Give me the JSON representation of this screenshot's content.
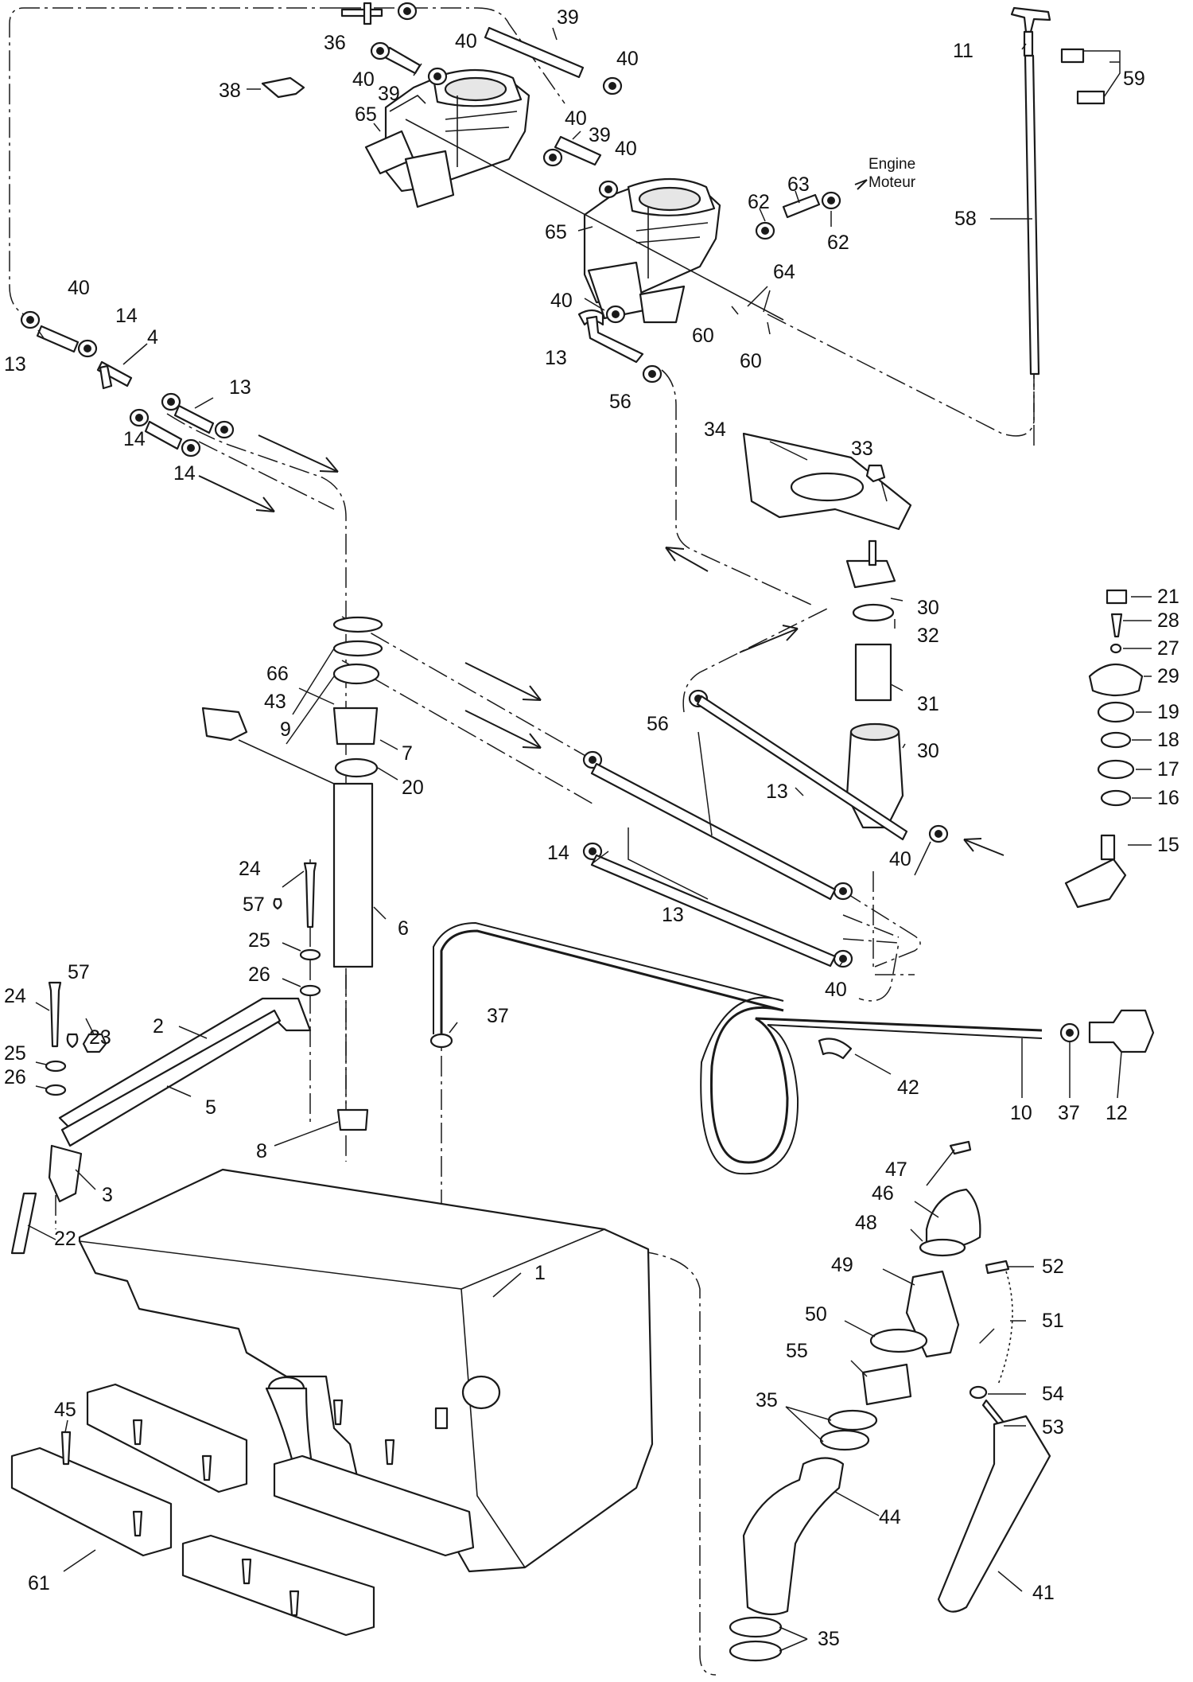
{
  "callouts": [
    {
      "id": "c39a",
      "text": "39"
    },
    {
      "id": "c36",
      "text": "36"
    },
    {
      "id": "c40a",
      "text": "40"
    },
    {
      "id": "c40b",
      "text": "40"
    },
    {
      "id": "c38",
      "text": "38"
    },
    {
      "id": "c39b",
      "text": "39"
    },
    {
      "id": "c65a",
      "text": "65"
    },
    {
      "id": "c40c",
      "text": "40"
    },
    {
      "id": "c39c",
      "text": "39"
    },
    {
      "id": "c40d",
      "text": "40"
    },
    {
      "id": "c40e",
      "text": "40"
    },
    {
      "id": "c63",
      "text": "63"
    },
    {
      "id": "c62a",
      "text": "62"
    },
    {
      "id": "c62b",
      "text": "62"
    },
    {
      "id": "c65b",
      "text": "65"
    },
    {
      "id": "c64",
      "text": "64"
    },
    {
      "id": "c40f",
      "text": "40"
    },
    {
      "id": "c60a",
      "text": "60"
    },
    {
      "id": "c60b",
      "text": "60"
    },
    {
      "id": "c13a",
      "text": "13"
    },
    {
      "id": "c56a",
      "text": "56"
    },
    {
      "id": "c11",
      "text": "11"
    },
    {
      "id": "c59",
      "text": "59"
    },
    {
      "id": "c58",
      "text": "58"
    },
    {
      "id": "c40g",
      "text": "40"
    },
    {
      "id": "c14a",
      "text": "14"
    },
    {
      "id": "c13b",
      "text": "13"
    },
    {
      "id": "c4",
      "text": "4"
    },
    {
      "id": "c13c",
      "text": "13"
    },
    {
      "id": "c14b",
      "text": "14"
    },
    {
      "id": "c14c",
      "text": "14"
    },
    {
      "id": "c34",
      "text": "34"
    },
    {
      "id": "c33",
      "text": "33"
    },
    {
      "id": "c30a",
      "text": "30"
    },
    {
      "id": "c32",
      "text": "32"
    },
    {
      "id": "c31",
      "text": "31"
    },
    {
      "id": "c30b",
      "text": "30"
    },
    {
      "id": "c21",
      "text": "21"
    },
    {
      "id": "c28",
      "text": "28"
    },
    {
      "id": "c27",
      "text": "27"
    },
    {
      "id": "c29",
      "text": "29"
    },
    {
      "id": "c19",
      "text": "19"
    },
    {
      "id": "c18",
      "text": "18"
    },
    {
      "id": "c17",
      "text": "17"
    },
    {
      "id": "c16",
      "text": "16"
    },
    {
      "id": "c15",
      "text": "15"
    },
    {
      "id": "c66",
      "text": "66"
    },
    {
      "id": "c43",
      "text": "43"
    },
    {
      "id": "c9",
      "text": "9"
    },
    {
      "id": "c7",
      "text": "7"
    },
    {
      "id": "c20",
      "text": "20"
    },
    {
      "id": "c6",
      "text": "6"
    },
    {
      "id": "c56b",
      "text": "56"
    },
    {
      "id": "c13d",
      "text": "13"
    },
    {
      "id": "c14d",
      "text": "14"
    },
    {
      "id": "c13e",
      "text": "13"
    },
    {
      "id": "c40h",
      "text": "40"
    },
    {
      "id": "c40i",
      "text": "40"
    },
    {
      "id": "c24a",
      "text": "24"
    },
    {
      "id": "c57a",
      "text": "57"
    },
    {
      "id": "c25a",
      "text": "25"
    },
    {
      "id": "c26a",
      "text": "26"
    },
    {
      "id": "c57b",
      "text": "57"
    },
    {
      "id": "c24b",
      "text": "24"
    },
    {
      "id": "c23",
      "text": "23"
    },
    {
      "id": "c2",
      "text": "2"
    },
    {
      "id": "c25b",
      "text": "25"
    },
    {
      "id": "c26b",
      "text": "26"
    },
    {
      "id": "c5",
      "text": "5"
    },
    {
      "id": "c37a",
      "text": "37"
    },
    {
      "id": "c42",
      "text": "42"
    },
    {
      "id": "c10",
      "text": "10"
    },
    {
      "id": "c37b",
      "text": "37"
    },
    {
      "id": "c12",
      "text": "12"
    },
    {
      "id": "c8",
      "text": "8"
    },
    {
      "id": "c3",
      "text": "3"
    },
    {
      "id": "c22",
      "text": "22"
    },
    {
      "id": "c1",
      "text": "1"
    },
    {
      "id": "c47",
      "text": "47"
    },
    {
      "id": "c46",
      "text": "46"
    },
    {
      "id": "c48",
      "text": "48"
    },
    {
      "id": "c52",
      "text": "52"
    },
    {
      "id": "c49",
      "text": "49"
    },
    {
      "id": "c51",
      "text": "51"
    },
    {
      "id": "c50",
      "text": "50"
    },
    {
      "id": "c55",
      "text": "55"
    },
    {
      "id": "c54",
      "text": "54"
    },
    {
      "id": "c35a",
      "text": "35"
    },
    {
      "id": "c53",
      "text": "53"
    },
    {
      "id": "c44",
      "text": "44"
    },
    {
      "id": "c45",
      "text": "45"
    },
    {
      "id": "c61",
      "text": "61"
    },
    {
      "id": "c41",
      "text": "41"
    },
    {
      "id": "c35b",
      "text": "35"
    }
  ],
  "engine_note": {
    "line1": "Engine",
    "line2": "Moteur"
  }
}
